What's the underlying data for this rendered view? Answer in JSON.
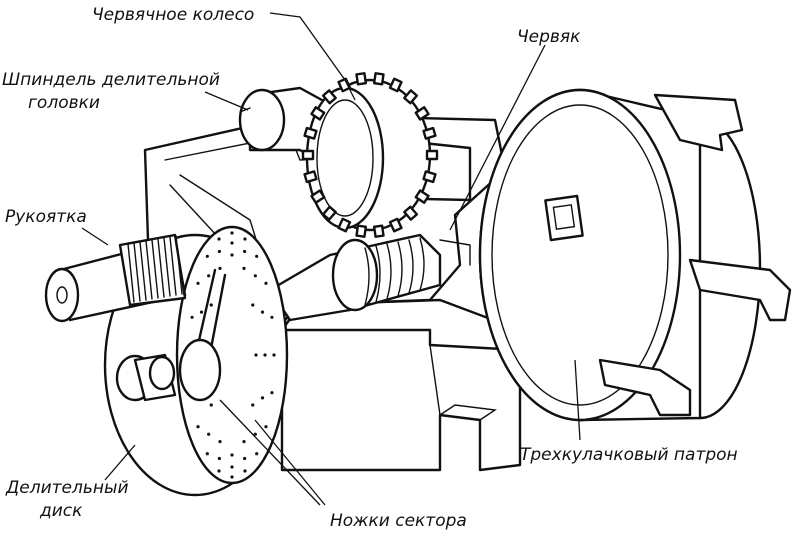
{
  "labels": {
    "worm_wheel": "Червячное колесо",
    "worm": "Червяк",
    "spindle_line1": "Шпиндель делительной",
    "spindle_line2": "головки",
    "handle": "Рукоятка",
    "index_plate_line1": "Делительный",
    "index_plate_line2": "диск",
    "sector_legs": "Ножки сектора",
    "chuck": "Трехкулачковый патрон"
  }
}
